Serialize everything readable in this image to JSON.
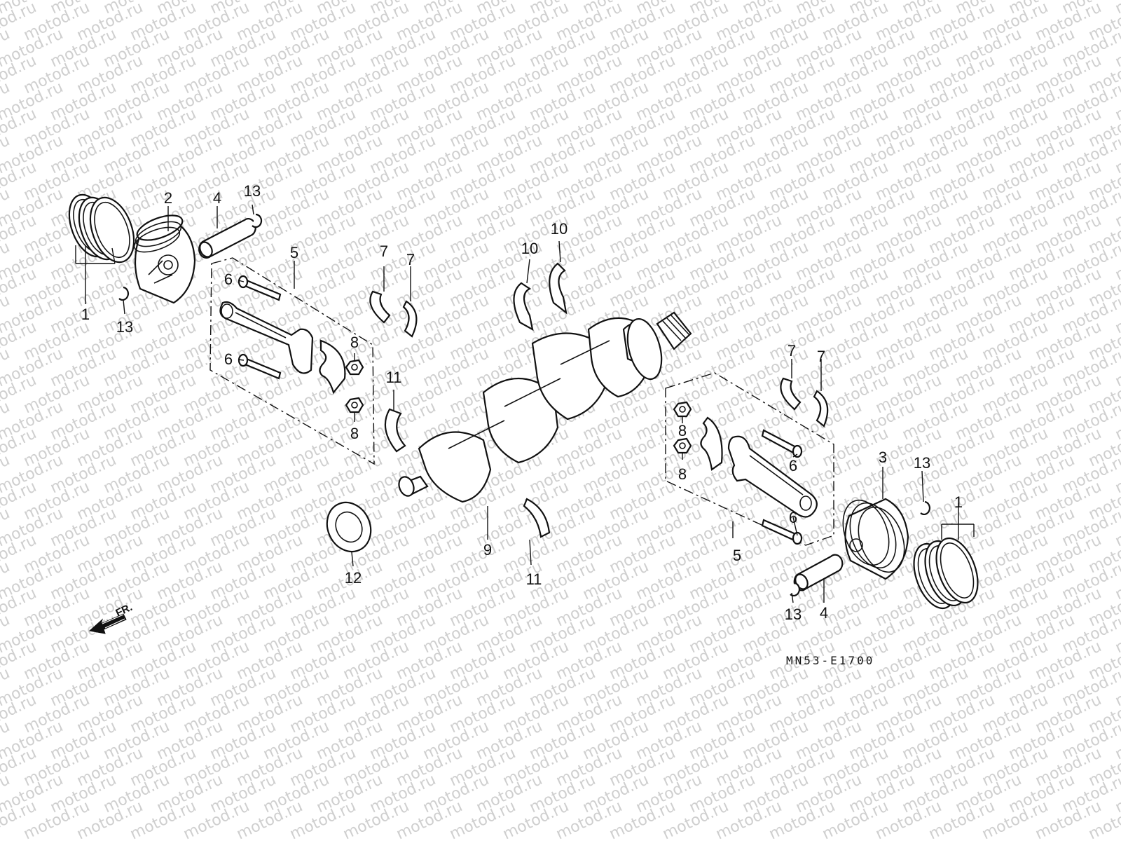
{
  "watermark": {
    "text": "motod.ru"
  },
  "diagram_code": "MN53-E1700",
  "front_indicator": "FR.",
  "callouts": {
    "c1": "1",
    "c2": "2",
    "c3": "3",
    "c4": "4",
    "c5": "5",
    "c6": "6",
    "c7": "7",
    "c8": "8",
    "c9": "9",
    "c10": "10",
    "c11": "11",
    "c12": "12",
    "c13": "13"
  }
}
